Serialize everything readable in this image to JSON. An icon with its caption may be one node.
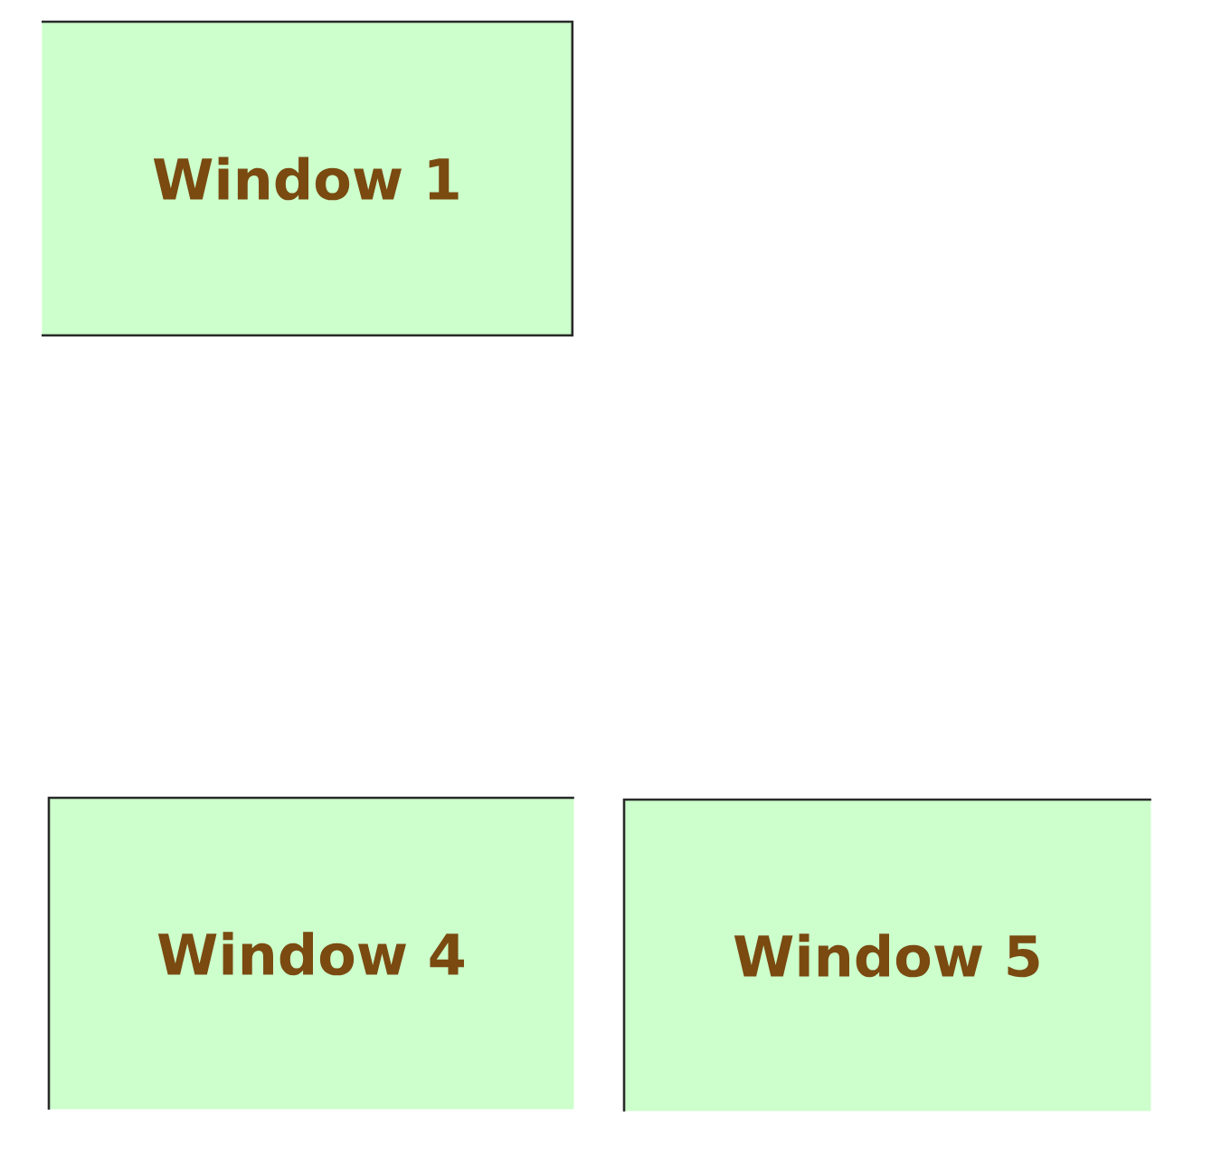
{
  "diagram": {
    "nodes": [
      {
        "text": [
          "Window 1"
        ]
      },
      {
        "text": [
          "Window 4"
        ]
      },
      {
        "text": [
          "Window 5"
        ]
      }
    ]
  }
}
